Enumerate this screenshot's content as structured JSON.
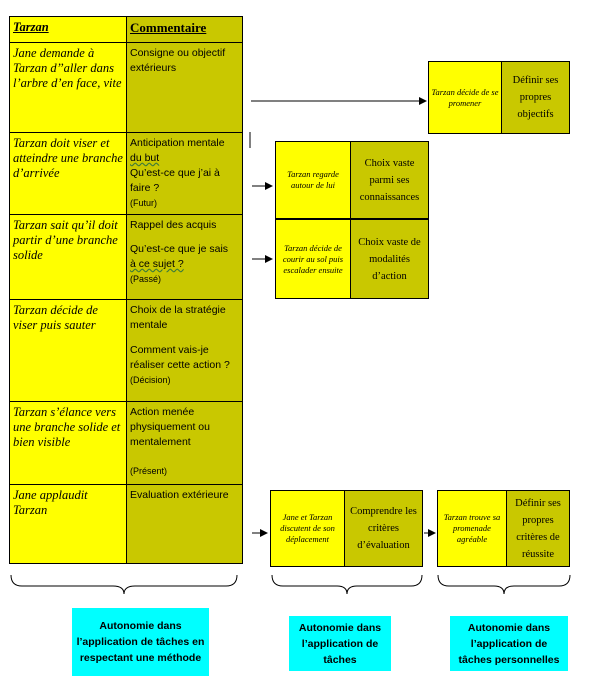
{
  "table": {
    "header_left": "Tarzan",
    "header_right": "Commentaire",
    "rows": [
      {
        "left": "Jane demande à Tarzan d’’aller dans l’arbre d’en face, vite",
        "right": [
          "Consigne ou objectif extérieurs"
        ]
      },
      {
        "left": "Tarzan doit viser et atteindre une branche d’arrivée",
        "right": [
          "Anticipation mentale",
          "du but",
          "Qu’est-ce que j’ai à faire ?",
          "(Futur)"
        ]
      },
      {
        "left": "Tarzan sait qu’il doit partir d’une branche solide",
        "right": [
          "Rappel des acquis",
          "Qu’est-ce que je sais",
          "à ce sujet ?",
          "(Passé)"
        ]
      },
      {
        "left": "Tarzan décide de viser puis sauter",
        "right": [
          "Choix de la stratégie mentale",
          "Comment vais-je réaliser cette action ?",
          "(Décision)"
        ]
      },
      {
        "left": "Tarzan s’élance vers une branche solide et bien visible",
        "right": [
          "Action menée physiquement ou mentalement",
          "(Présent)"
        ]
      },
      {
        "left": "Jane applaudit Tarzan",
        "right": [
          "Evaluation extérieure"
        ]
      }
    ]
  },
  "boxes": {
    "b1": {
      "left": "Tarzan décide de se promener",
      "right": "Définir ses propres objectifs"
    },
    "b2": {
      "left": "Tarzan regarde autour de lui",
      "right": "Choix vaste parmi ses connaissances"
    },
    "b3": {
      "left": "Tarzan décide de courir au sol puis escalader ensuite",
      "right": "Choix vaste de modalités d’action"
    },
    "b4": {
      "left": "Jane et Tarzan discutent de son déplacement",
      "right": "Comprendre les critères d’évaluation"
    },
    "b5": {
      "left": "Tarzan trouve sa promenade agréable",
      "right": "Définir ses propres critères de réussite"
    }
  },
  "labels": {
    "l1": "Autonomie dans l’application de tâches en respectant une méthode",
    "l2": "Autonomie dans l’application de tâches",
    "l3": "Autonomie dans l’application de tâches personnelles"
  },
  "colors": {
    "yellow": "#ffff00",
    "olive": "#c9c800",
    "cyan": "#00ffff"
  }
}
